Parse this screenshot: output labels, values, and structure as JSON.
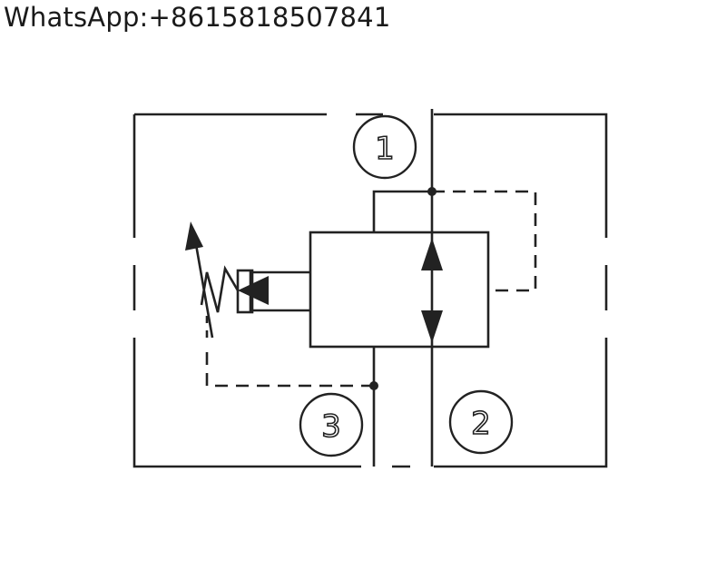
{
  "header": {
    "contact": "WhatsApp:+8615818507841"
  },
  "ports": [
    {
      "label": "1"
    },
    {
      "label": "2"
    },
    {
      "label": "3"
    }
  ],
  "colors": {
    "line": "#222222",
    "background": "#ffffff"
  }
}
